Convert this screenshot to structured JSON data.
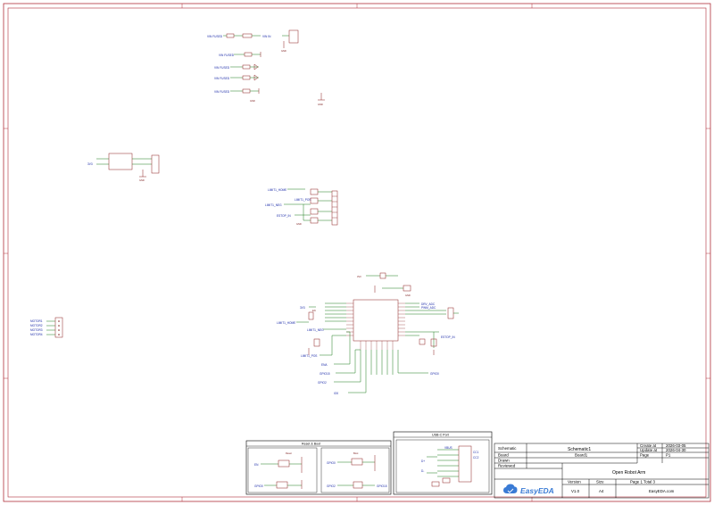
{
  "title_block": {
    "schematic_label": "Schematic",
    "schematic_name": "Schematic1",
    "board_label": "Board",
    "board_name": "Board1",
    "drawn_label": "Drawn",
    "reviewed_label": "Reviewed",
    "project_title": "Open Robot Arm",
    "create_label": "Create at",
    "create_date": "2026-03-05",
    "update_label": "Update at",
    "update_date": "2026-04-30",
    "page_label": "Page",
    "page_value": "P1",
    "version_label": "Version",
    "version_value": "V1.0",
    "size_label": "Size",
    "size_value": "A4",
    "page_count": "Page  1  Total  3",
    "brand_name": "EasyEDA",
    "brand_site": "EasyEDA.com"
  },
  "sub_sheets": {
    "reset_boot_title": "Reset & Boot",
    "usb_title": "USB-C Port",
    "reset_label": "Reset",
    "boot_label": "Boot"
  },
  "nets": {
    "vin_fused_1": "VIN FUSED",
    "vin_fused_2": "VIN FUSED",
    "vin_fused_3": "VIN FUSED",
    "vin_fused_4": "VIN FUSED",
    "vin_fused_5": "VIN FUSED",
    "vin_in": "VIN IN",
    "gnd_1": "GND",
    "gnd_2": "GND",
    "gnd_3": "GND",
    "gnd_4": "GND",
    "gnd_5": "GND",
    "gnd_6": "GND",
    "limit1_home": "LIMIT1_HOME",
    "limit1_pos": "LIMIT1_POS",
    "limit1_neg": "LIMIT1_NEG",
    "estop_in": "ESTOP_IN",
    "drv_adc": "DRV_ADC",
    "pwm_adc": "PWM_ADC",
    "estop_in_2": "ESTOP_IN",
    "limit1_home_2": "LIMIT1_HOME",
    "limit1_neg_2": "LIMIT1_NEG",
    "limit1_pos_2": "LIMIT1_POS",
    "en_pin": "EN",
    "gpio0": "GPIO0",
    "gpio0_b": "GPIO0",
    "gpio0_c": "GPIO0",
    "gpio2": "GPIO2",
    "gpio2_b": "GPIO2",
    "gpio15": "GPIO15",
    "gpio15_b": "GPIO15",
    "v33": "3V3",
    "v33_b": "3V3",
    "v33_c": "3V3",
    "motor1": "MOTOR1",
    "motor2": "MOTOR2",
    "motor3": "MOTOR3",
    "motor4": "MOTOR4",
    "dp": "D+",
    "dn": "D-",
    "cc1": "CC1",
    "cc2": "CC2",
    "vbus": "VBUS",
    "ena": "ENA",
    "en_b": "EN",
    "io0": "IO0"
  }
}
